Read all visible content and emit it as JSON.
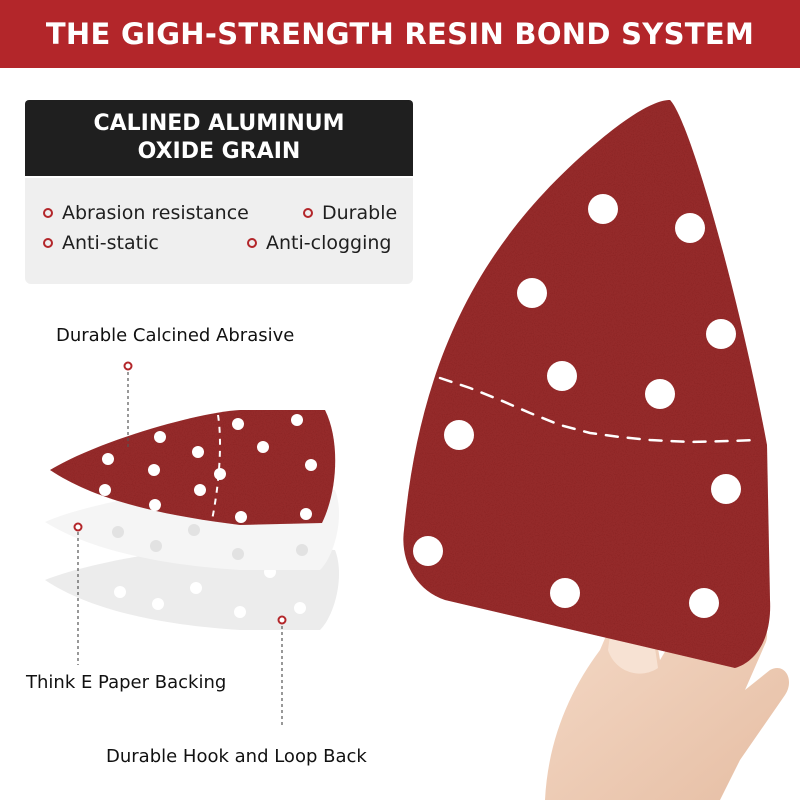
{
  "banner": {
    "title": "THE GIGH-STRENGTH RESIN BOND SYSTEM"
  },
  "grain": {
    "line1": "CALINED ALUMINUM",
    "line2": "OXIDE GRAIN"
  },
  "features": [
    {
      "label": "Abrasion resistance"
    },
    {
      "label": "Durable"
    },
    {
      "label": "Anti-static"
    },
    {
      "label": "Anti-clogging"
    }
  ],
  "callouts": {
    "abrasive": "Durable Calcined Abrasive",
    "backing": "Think E Paper Backing",
    "hook_loop": "Durable Hook and Loop Back"
  },
  "colors": {
    "accent": "#b3262a",
    "sandpaper": "#9c2f2f",
    "dark_header": "#1f1f1f",
    "panel": "#efefef"
  }
}
